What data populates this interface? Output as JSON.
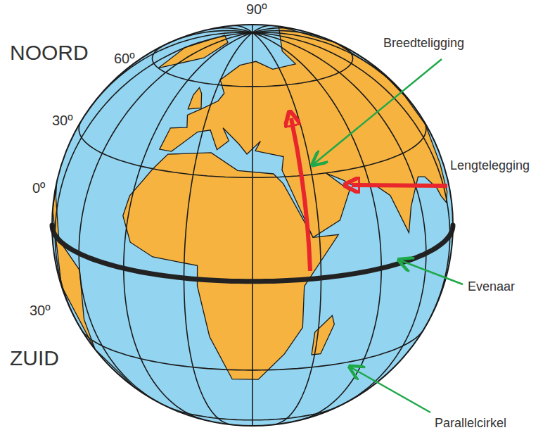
{
  "diagram": {
    "labels": [
      "90º",
      "NOORD",
      "60º",
      "30º",
      "0º",
      "30º",
      "ZUID",
      "Breedteligging",
      "Lengtelegging",
      "Evenaar",
      "Parallelcirkel"
    ]
  }
}
